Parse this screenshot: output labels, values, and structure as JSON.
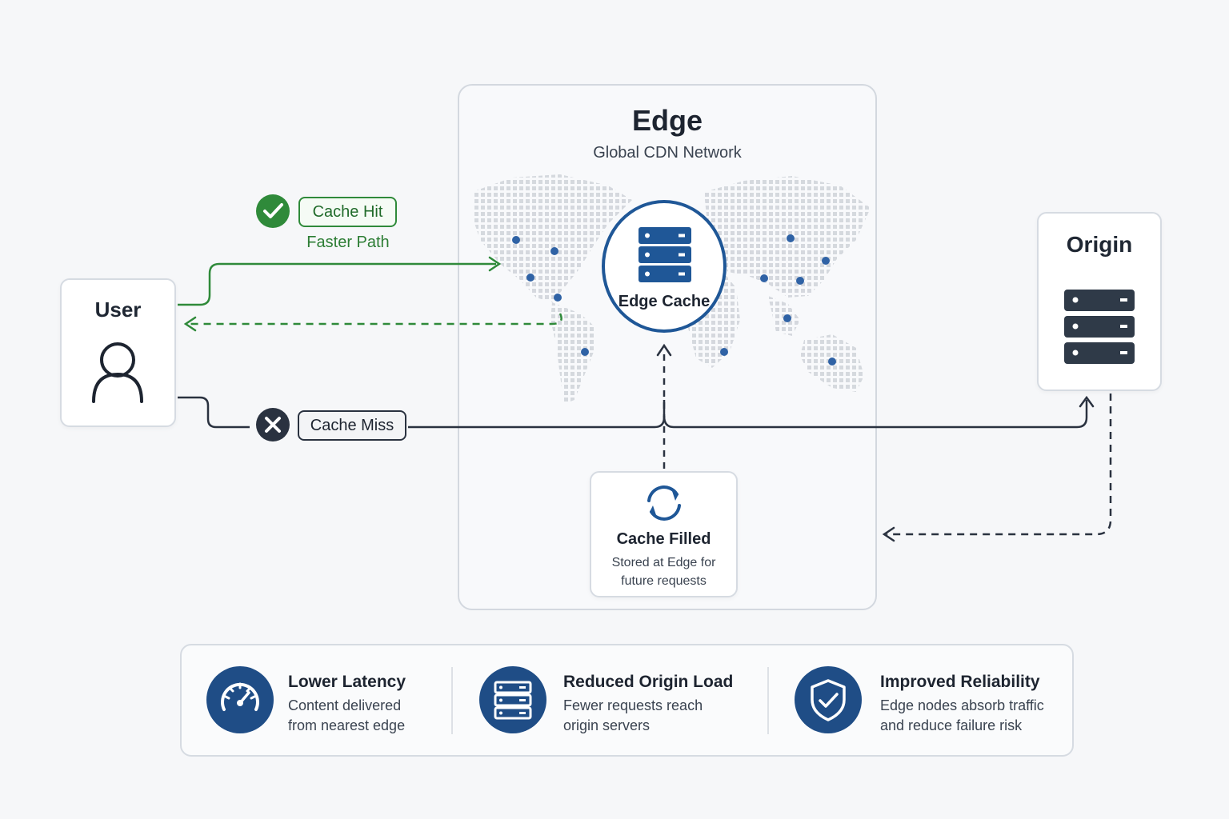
{
  "edge": {
    "title": "Edge",
    "subtitle": "Global CDN Network",
    "cache_label": "Edge Cache"
  },
  "user": {
    "label": "User"
  },
  "origin": {
    "label": "Origin"
  },
  "cache_hit": {
    "label": "Cache Hit",
    "note": "Faster Path"
  },
  "cache_miss": {
    "label": "Cache Miss"
  },
  "cache_filled": {
    "title": "Cache Filled",
    "line1": "Stored at Edge for",
    "line2": "future requests"
  },
  "benefits": [
    {
      "title": "Lower Latency",
      "line1": "Content delivered",
      "line2": "from nearest edge",
      "icon": "speedometer-icon"
    },
    {
      "title": "Reduced Origin Load",
      "line1": "Fewer requests reach",
      "line2": "origin servers",
      "icon": "server-icon"
    },
    {
      "title": "Improved Reliability",
      "line1": "Edge nodes absorb traffic",
      "line2": "and reduce failure risk",
      "icon": "shield-check-icon"
    }
  ],
  "colors": {
    "accent_blue": "#1f5797",
    "hit_green": "#2f8a3a",
    "dark": "#2a3240",
    "border": "#d6dbe2"
  }
}
